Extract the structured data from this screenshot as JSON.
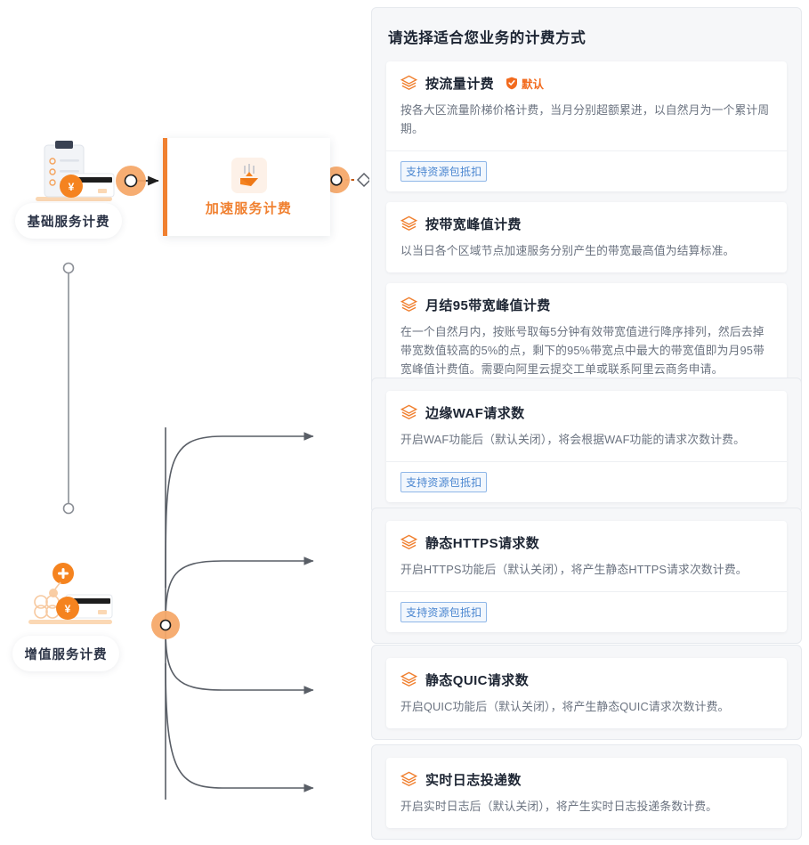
{
  "diagram": {
    "nodes": [
      {
        "id": "basic",
        "label": "基础服务计费",
        "icon": "clipboard-coin-illustration"
      },
      {
        "id": "valueadd",
        "label": "增值服务计费",
        "icon": "card-coin-illustration"
      }
    ],
    "accel_card": {
      "title": "加速服务计费",
      "icon": "download-accelerate-icon"
    },
    "connectors": {
      "basic_to_accel": "arrow-right",
      "accel_to_panel": "dashed-diamond",
      "valueadd_branches": 4
    }
  },
  "panel": {
    "title": "请选择适合您业务的计费方式",
    "groups": [
      {
        "name": "acceleration-billing-group",
        "cards": [
          {
            "title": "按流量计费",
            "badge": {
              "text": "默认",
              "icon": "shield-check-icon",
              "color": "#f26b1f"
            },
            "desc": "按各大区流量阶梯价格计费，当月分别超额累进，以自然月为一个累计周期。",
            "tag": "支持资源包抵扣"
          },
          {
            "title": "按带宽峰值计费",
            "badge": null,
            "desc": "以当日各个区域节点加速服务分别产生的带宽最高值为结算标准。",
            "tag": null
          },
          {
            "title": "月结95带宽峰值计费",
            "badge": null,
            "desc": "在一个自然月内，按账号取每5分钟有效带宽值进行降序排列，然后去掉带宽数值较高的5%的点，剩下的95%带宽点中最大的带宽值即为月95带宽峰值计费值。需要向阿里云提交工单或联系阿里云商务申请。",
            "tag": null
          }
        ]
      },
      {
        "name": "edge-waf-group",
        "cards": [
          {
            "title": "边缘WAF请求数",
            "badge": null,
            "desc": "开启WAF功能后（默认关闭），将会根据WAF功能的请求次数计费。",
            "tag": "支持资源包抵扣"
          }
        ]
      },
      {
        "name": "static-https-group",
        "cards": [
          {
            "title": "静态HTTPS请求数",
            "badge": null,
            "desc": "开启HTTPS功能后（默认关闭），将产生静态HTTPS请求次数计费。",
            "tag": "支持资源包抵扣"
          }
        ]
      },
      {
        "name": "static-quic-group",
        "cards": [
          {
            "title": "静态QUIC请求数",
            "badge": null,
            "desc": "开启QUIC功能后（默认关闭），将产生静态QUIC请求次数计费。",
            "tag": null
          }
        ]
      },
      {
        "name": "realtime-log-group",
        "cards": [
          {
            "title": "实时日志投递数",
            "badge": null,
            "desc": "开启实时日志后（默认关闭），将产生实时日志投递条数计费。",
            "tag": null
          }
        ]
      }
    ]
  },
  "colors": {
    "accent": "#f08030",
    "badge": "#f26b1f",
    "tag_border": "#8fb7e8",
    "tag_text": "#4a86d0",
    "group_bg": "#f6f7f9",
    "line": "#595e66"
  }
}
